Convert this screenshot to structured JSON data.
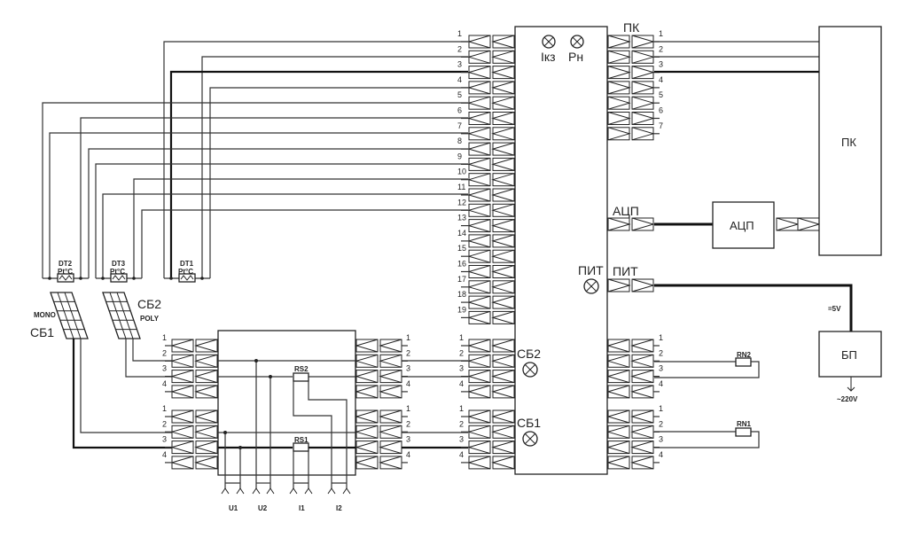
{
  "diagram": {
    "type": "wiring-schematic",
    "main_block": {
      "indicators": [
        "Iкз",
        "Pн"
      ],
      "left_pins": [
        "1",
        "2",
        "3",
        "4",
        "5",
        "6",
        "7",
        "8",
        "9",
        "10",
        "11",
        "12",
        "13",
        "14",
        "15",
        "16",
        "17",
        "18",
        "19"
      ],
      "right_group_pk": {
        "label": "ПК",
        "pins": [
          "1",
          "2",
          "3",
          "4",
          "5",
          "6",
          "7"
        ]
      },
      "adc_connector_label": "АЦП",
      "power_indicator_label": "ПИТ",
      "power_connector_label": "ПИТ",
      "sb2_indicator_label": "СБ2",
      "sb1_indicator_label": "СБ1",
      "lower_left_groups": [
        [
          "1",
          "2",
          "3",
          "4"
        ],
        [
          "1",
          "2",
          "3",
          "4"
        ]
      ],
      "lower_right_groups": [
        [
          "1",
          "2",
          "3",
          "4"
        ],
        [
          "1",
          "2",
          "3",
          "4"
        ]
      ]
    },
    "pc_block": {
      "label": "ПК"
    },
    "adc_block": {
      "label": "АЦП"
    },
    "power_supply": {
      "label": "БП",
      "output_voltage": "=5V",
      "input_voltage": "~220V"
    },
    "sensors": [
      {
        "id": "DT2",
        "type": "Pt°C"
      },
      {
        "id": "DT3",
        "type": "Pt°C"
      },
      {
        "id": "DT1",
        "type": "Pt°C"
      }
    ],
    "solar_panels": [
      {
        "id": "СБ1",
        "type": "MONO"
      },
      {
        "id": "СБ2",
        "type": "POLY"
      }
    ],
    "measurement_block": {
      "shunts": [
        "RS2",
        "RS1"
      ],
      "outputs": [
        "U1",
        "U2",
        "I1",
        "I2"
      ],
      "left_groups": [
        [
          "1",
          "2",
          "3",
          "4"
        ],
        [
          "1",
          "2",
          "3",
          "4"
        ]
      ],
      "right_groups": [
        [
          "1",
          "2",
          "3",
          "4"
        ],
        [
          "1",
          "2",
          "3",
          "4"
        ]
      ]
    },
    "loads": [
      "RN2",
      "RN1"
    ]
  }
}
